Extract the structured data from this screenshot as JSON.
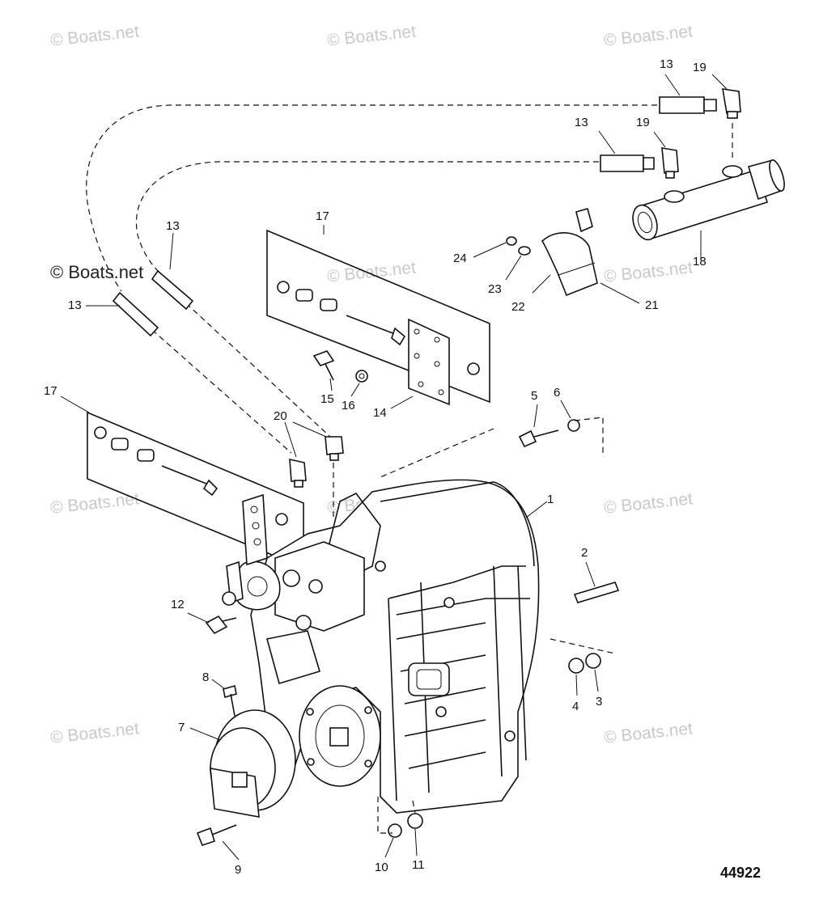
{
  "diagram_id": "44922",
  "watermark": {
    "text": "© Boats.net",
    "emphasized_text": "© Boats.net"
  },
  "callouts": [
    {
      "key": "c1",
      "label": "1"
    },
    {
      "key": "c2",
      "label": "2"
    },
    {
      "key": "c3",
      "label": "3"
    },
    {
      "key": "c4",
      "label": "4"
    },
    {
      "key": "c5",
      "label": "5"
    },
    {
      "key": "c6",
      "label": "6"
    },
    {
      "key": "c7",
      "label": "7"
    },
    {
      "key": "c8",
      "label": "8"
    },
    {
      "key": "c9",
      "label": "9"
    },
    {
      "key": "c10",
      "label": "10"
    },
    {
      "key": "c11",
      "label": "11"
    },
    {
      "key": "c12",
      "label": "12"
    },
    {
      "key": "c13a",
      "label": "13"
    },
    {
      "key": "c13b",
      "label": "13"
    },
    {
      "key": "c13c",
      "label": "13"
    },
    {
      "key": "c13d",
      "label": "13"
    },
    {
      "key": "c14",
      "label": "14"
    },
    {
      "key": "c15",
      "label": "15"
    },
    {
      "key": "c16",
      "label": "16"
    },
    {
      "key": "c17a",
      "label": "17"
    },
    {
      "key": "c17b",
      "label": "17"
    },
    {
      "key": "c18",
      "label": "18"
    },
    {
      "key": "c19a",
      "label": "19"
    },
    {
      "key": "c19b",
      "label": "19"
    },
    {
      "key": "c20",
      "label": "20"
    },
    {
      "key": "c21",
      "label": "21"
    },
    {
      "key": "c22",
      "label": "22"
    },
    {
      "key": "c23",
      "label": "23"
    },
    {
      "key": "c24",
      "label": "24"
    }
  ]
}
